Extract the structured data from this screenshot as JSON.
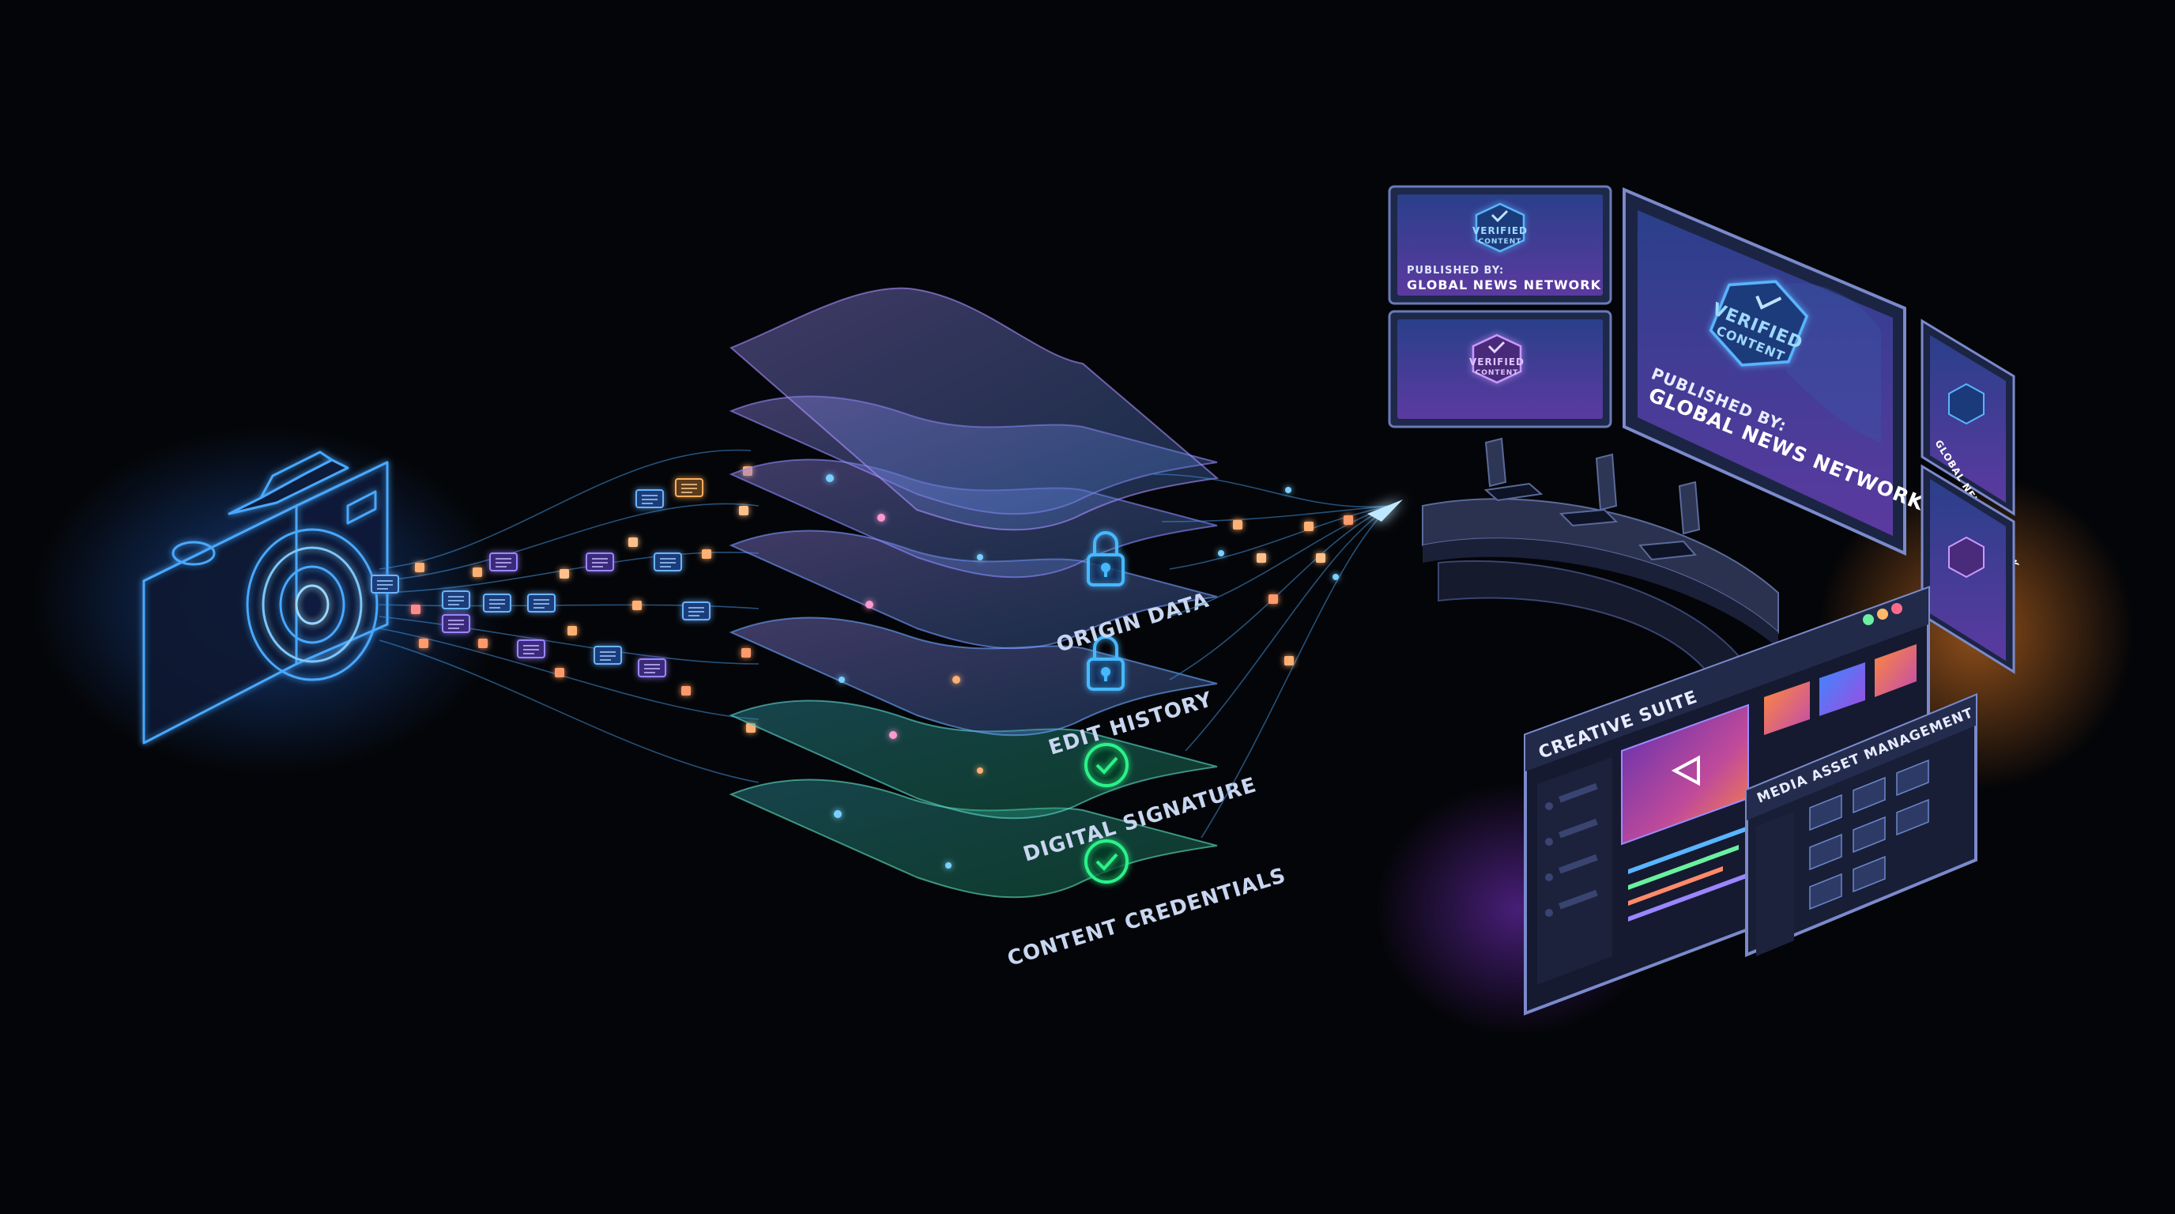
{
  "layers": [
    {
      "label": "ORIGIN DATA",
      "icon": "lock",
      "accent": "#46b8ff"
    },
    {
      "label": "EDIT HISTORY",
      "icon": "lock",
      "accent": "#46b8ff"
    },
    {
      "label": "DIGITAL SIGNATURE",
      "icon": "check",
      "accent": "#2cf28a"
    },
    {
      "label": "CONTENT CREDENTIALS",
      "icon": "check",
      "accent": "#2cf28a"
    }
  ],
  "badge": {
    "line1": "VERIFIED",
    "line2": "CONTENT"
  },
  "publisher": {
    "prefix": "PUBLISHED BY:",
    "name": "GLOBAL NEWS NETWORK"
  },
  "apps": {
    "creative": "CREATIVE SUITE",
    "mam": "MEDIA ASSET MANAGEMENT"
  },
  "colors": {
    "background": "#040508",
    "cyan": "#3fb4ff",
    "violet": "#8a6cff",
    "green": "#2cf28a",
    "orange": "#ff9a4a"
  }
}
